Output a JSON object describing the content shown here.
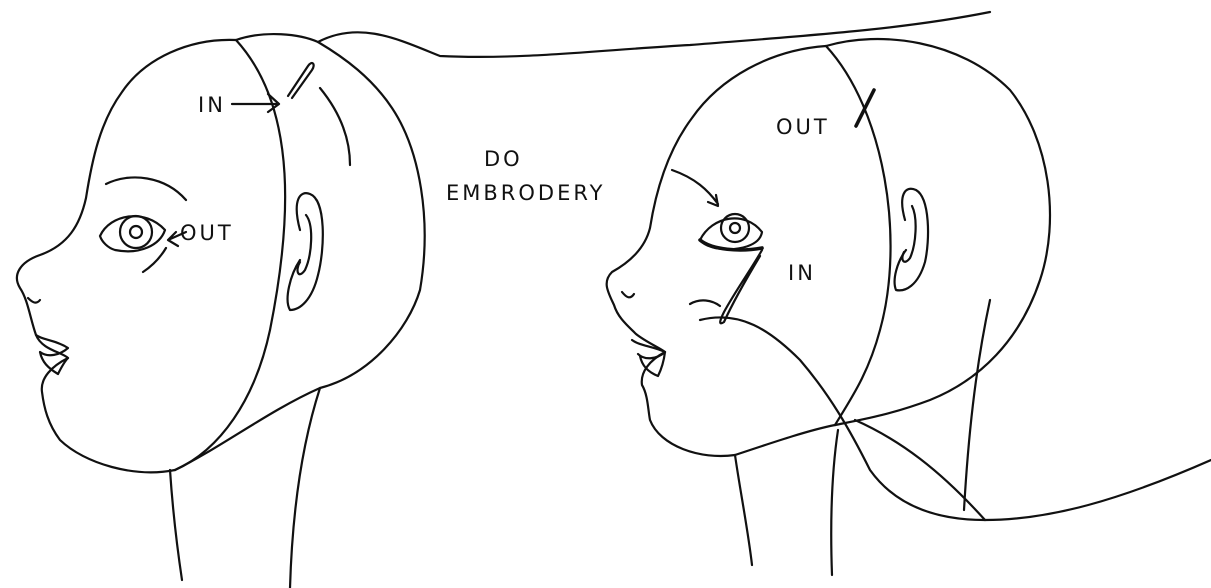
{
  "labels": {
    "left_in": "IN",
    "left_out": "OUT",
    "center_do": "DO",
    "center_embroidery": "EMBRODERY",
    "right_out": "OUT",
    "right_in": "IN"
  },
  "colors": {
    "ink": "#111111",
    "paper": "#ffffff"
  }
}
